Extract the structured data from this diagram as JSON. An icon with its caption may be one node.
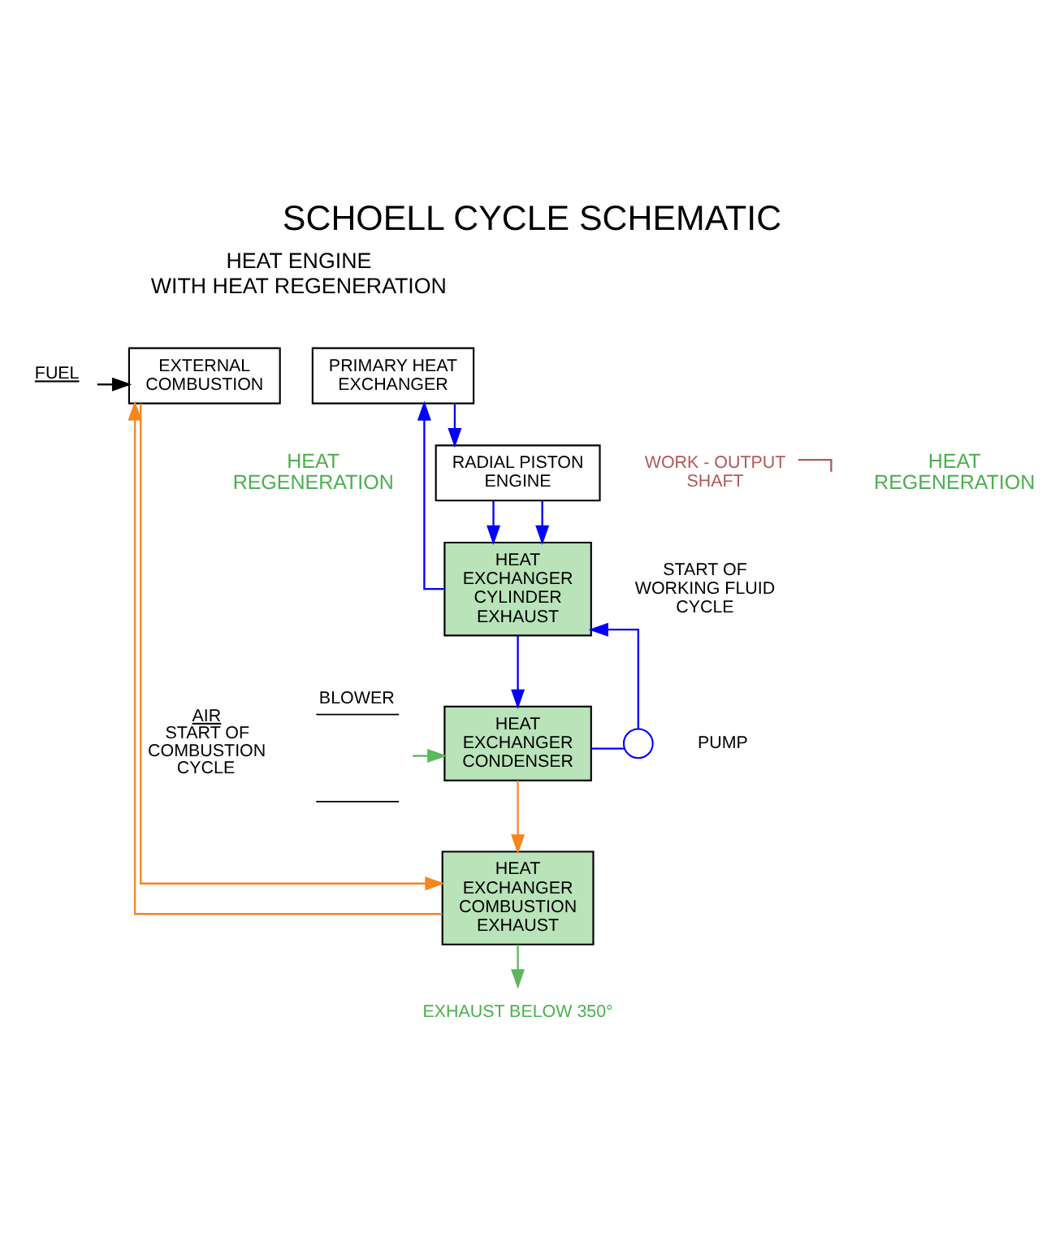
{
  "diagram": {
    "title": "SCHOELL CYCLE SCHEMATIC",
    "nodes": [
      {
        "text": [
          "FUEL"
        ]
      },
      {
        "text": [
          "EXTERNAL COMBUSTION"
        ]
      },
      {
        "text": [
          "PRIMARY HEAT EXCHANGER"
        ]
      },
      {
        "text": [
          "RADIAL PISTON ENGINE"
        ]
      },
      {
        "text": [
          "WORK - OUTPUT SHAFT"
        ]
      },
      {
        "text": [
          "HEAT EXCHANGER CYLINDER EXHAUST"
        ]
      },
      {
        "text": [],
        "shape": "circle",
        "beside": [
          "PUMP"
        ]
      },
      {
        "text": [
          "BLOWER"
        ],
        "beside": [
          "AIR",
          "START OF COMBUSTION CYCLE"
        ]
      },
      {
        "text": [
          "HEAT EXCHANGER CONDENSER"
        ]
      },
      {
        "text": [
          "HEAT EXCHANGER COMBUSTION EXHAUST"
        ]
      },
      {
        "text": [
          "EXHAUST BELOW 350°"
        ]
      }
    ],
    "edges": [
      {
        "from": 0,
        "to": 1,
        "arrow": "to",
        "color": "#000000"
      },
      {
        "from": 1,
        "to": 9,
        "arrow": "to",
        "color": "#f7861e"
      },
      {
        "from": 2,
        "to": 3,
        "arrow": "to"
      },
      {
        "from": 3,
        "to": 5,
        "arrow": "to"
      },
      {
        "from": 3,
        "to": 5,
        "arrow": "to"
      },
      {
        "from": 5,
        "to": 2,
        "arrow": "to"
      },
      {
        "from": 5,
        "to": 8,
        "arrow": "to"
      },
      {
        "from": 8,
        "to": 6,
        "arrow": "none"
      },
      {
        "from": 6,
        "to": 5,
        "arrow": "to"
      },
      {
        "from": 7,
        "to": 8,
        "arrow": "to",
        "color": "#5cb85c"
      },
      {
        "from": 8,
        "to": 9,
        "arrow": "to",
        "color": "#f7861e"
      },
      {
        "from": 9,
        "to": 1,
        "arrow": "to",
        "color": "#f7861e"
      },
      {
        "from": 9,
        "to": 10,
        "arrow": "to",
        "color": "#5cb85c"
      },
      {
        "from": 4,
        "to": null,
        "arrow": "none",
        "color": "#b05a5a"
      }
    ],
    "labels": [
      "HEAT ENGINE WITH HEAT REGENERATION",
      "HEAT REGENERATION",
      "HEAT REGENERATION",
      "START OF WORKING FLUID CYCLE"
    ]
  }
}
